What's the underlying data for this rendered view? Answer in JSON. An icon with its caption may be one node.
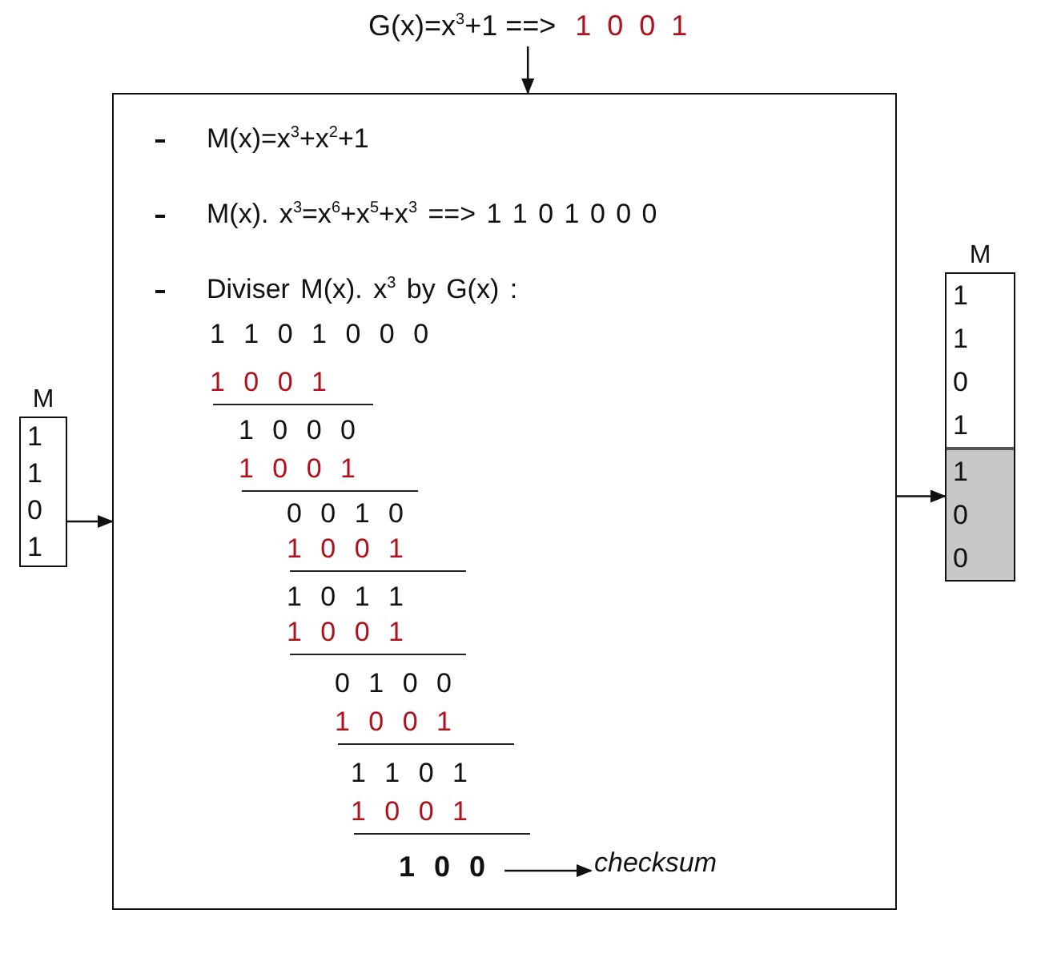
{
  "diagram": {
    "nodes": [
      {
        "text": [
          "G(x)=x$^{3}$+1 ==>",
          "1 0 0 1"
        ]
      },
      {
        "text": [
          "M",
          "1",
          "1",
          "0",
          "1"
        ]
      },
      {
        "text": [
          "M(x)=x$^{3}$+x$^{2}$+1",
          "M(x). x$^{3}$=x$^{6}$+x$^{5}$+x$^{3}$ ==> 1 1 0 1 0 0 0",
          "Diviser M(x). x$^{3}$ by G(x) :"
        ]
      },
      {
        "text": [
          "1 0 0"
        ],
        "in": 2
      },
      {
        "text": [
          "checksum"
        ],
        "in": 2
      },
      {
        "text": [
          "M",
          "1",
          "1",
          "0",
          "1",
          "1",
          "0",
          "0"
        ]
      }
    ],
    "edges": [
      {
        "from": 0,
        "to": 2,
        "arrow": "to"
      },
      {
        "from": 1,
        "to": 2,
        "arrow": "to"
      },
      {
        "from": 2,
        "to": 5,
        "arrow": "to"
      },
      {
        "from": 3,
        "to": 4,
        "arrow": "to"
      }
    ],
    "labels": [
      "1 1 0 1 0 0 0",
      "1 0 0 1",
      "1 0 0 0",
      "1 0 0 1",
      "0 0 1 0",
      "1 0 0 1",
      "1 0 1 1",
      "1 0 0 1",
      "0 1 0 0",
      "1 0 0 1",
      "1 1 0 1",
      "1 0 0 1"
    ]
  }
}
